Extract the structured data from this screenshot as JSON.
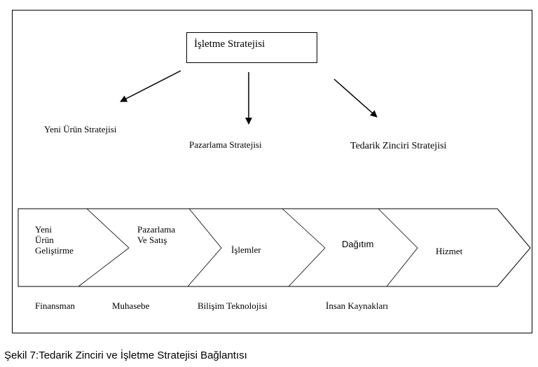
{
  "top_box": {
    "label": "İşletme Stratejisi"
  },
  "strategies": [
    {
      "label": "Yeni Ürün Stratejisi"
    },
    {
      "label": "Pazarlama Stratejisi"
    },
    {
      "label": "Tedarik Zinciri Stratejisi"
    }
  ],
  "chain": [
    {
      "line1": "Yeni",
      "line2": "Ürün",
      "line3": "Geliştirme"
    },
    {
      "line1": "Pazarlama",
      "line2": "Ve Satış"
    },
    {
      "line1": "İşlemler"
    },
    {
      "line1": "Dağıtım"
    },
    {
      "line1": "Hizmet"
    }
  ],
  "support": [
    {
      "label": "Finansman"
    },
    {
      "label": "Muhasebe"
    },
    {
      "label": "Bilişim Teknolojisi"
    },
    {
      "label": "İnsan Kaynakları"
    }
  ],
  "caption": "Şekil 7:Tedarik Zinciri ve İşletme Stratejisi Bağlantısı"
}
